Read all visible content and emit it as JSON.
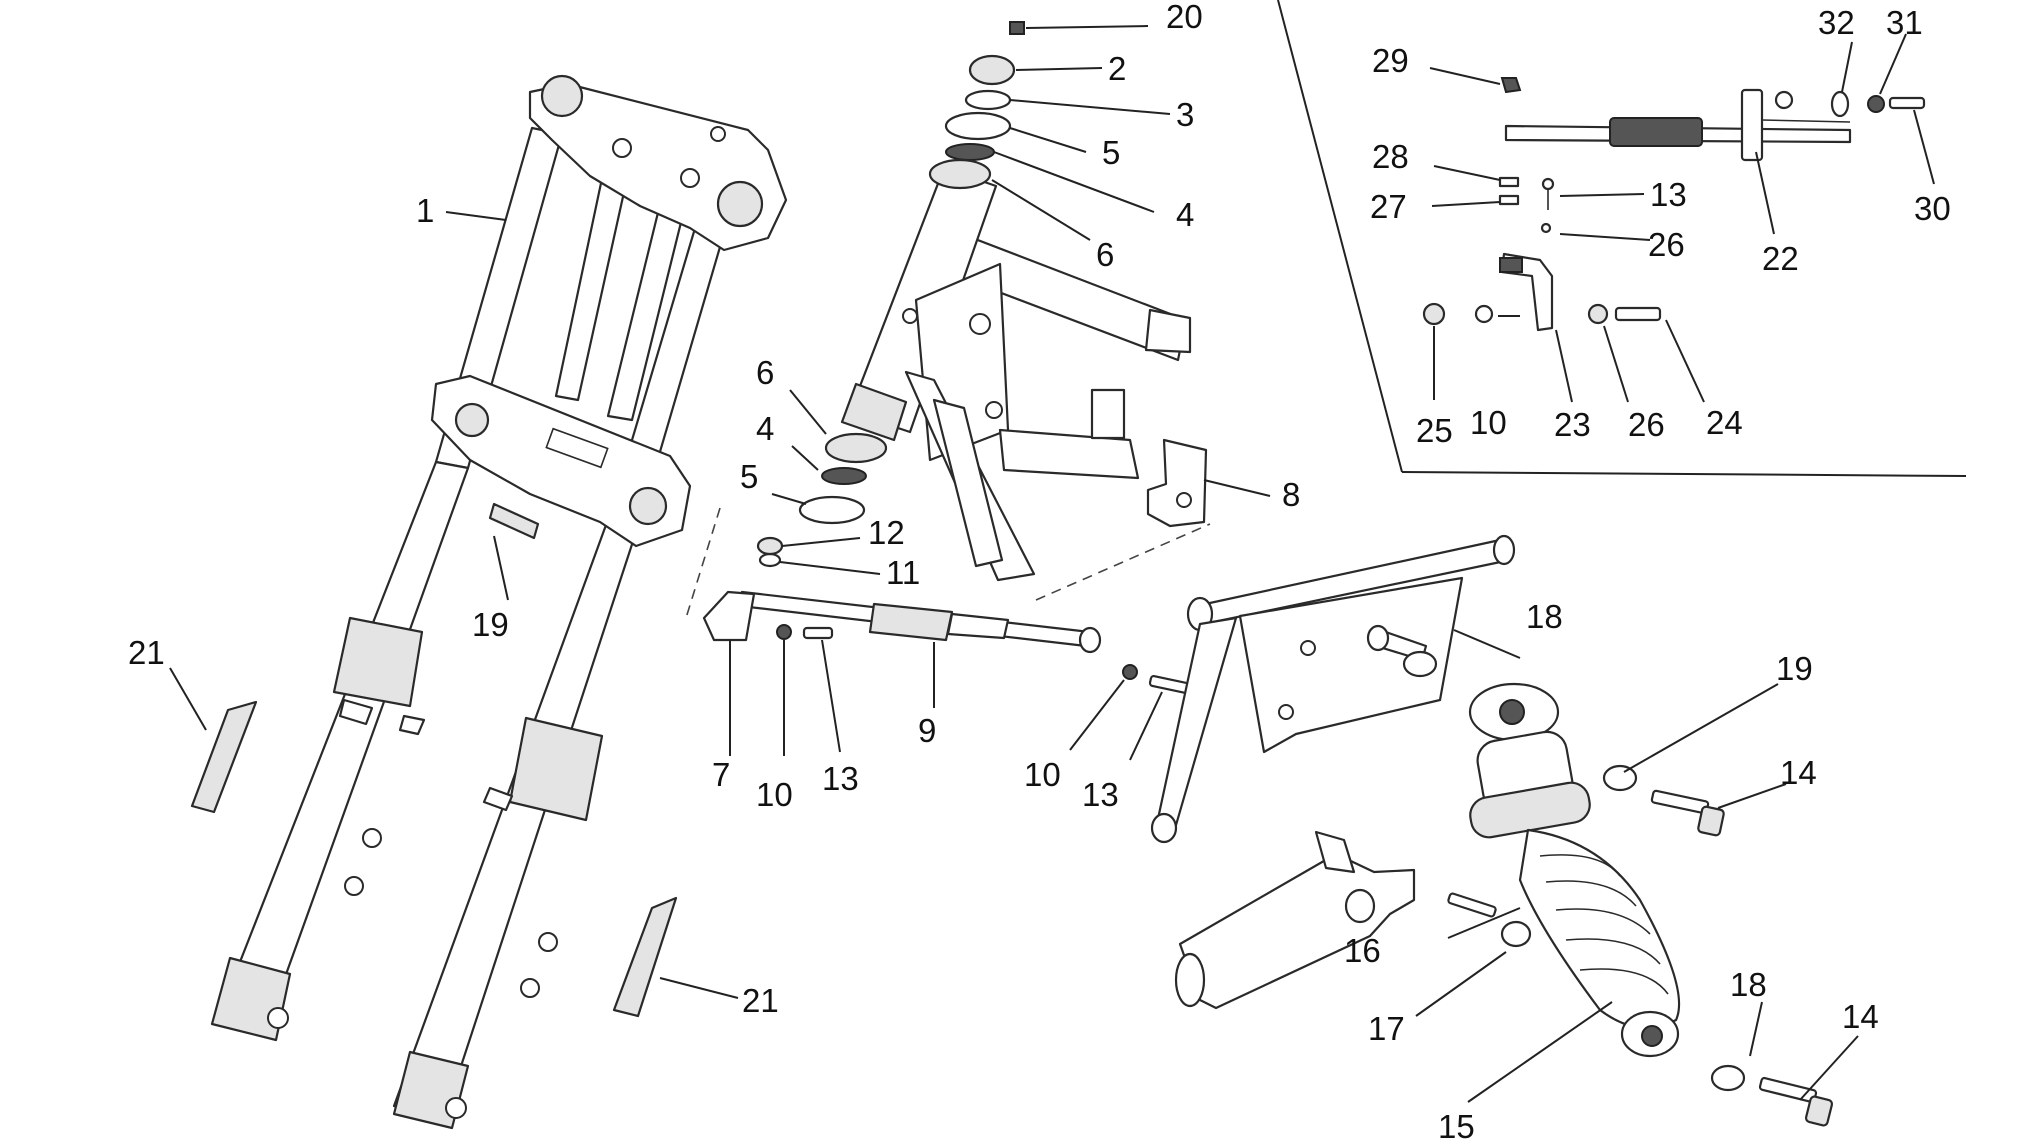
{
  "callouts": [
    {
      "id": "c1",
      "text": "1"
    },
    {
      "id": "c2",
      "text": "2"
    },
    {
      "id": "c3",
      "text": "3"
    },
    {
      "id": "c4a",
      "text": "4"
    },
    {
      "id": "c4b",
      "text": "4"
    },
    {
      "id": "c5a",
      "text": "5"
    },
    {
      "id": "c5b",
      "text": "5"
    },
    {
      "id": "c6a",
      "text": "6"
    },
    {
      "id": "c6b",
      "text": "6"
    },
    {
      "id": "c7",
      "text": "7"
    },
    {
      "id": "c8",
      "text": "8"
    },
    {
      "id": "c9",
      "text": "9"
    },
    {
      "id": "c10a",
      "text": "10"
    },
    {
      "id": "c10b",
      "text": "10"
    },
    {
      "id": "c10c",
      "text": "10"
    },
    {
      "id": "c11",
      "text": "11"
    },
    {
      "id": "c12",
      "text": "12"
    },
    {
      "id": "c13a",
      "text": "13"
    },
    {
      "id": "c13b",
      "text": "13"
    },
    {
      "id": "c13c",
      "text": "13"
    },
    {
      "id": "c14a",
      "text": "14"
    },
    {
      "id": "c14b",
      "text": "14"
    },
    {
      "id": "c15",
      "text": "15"
    },
    {
      "id": "c16",
      "text": "16"
    },
    {
      "id": "c17",
      "text": "17"
    },
    {
      "id": "c18a",
      "text": "18"
    },
    {
      "id": "c18b",
      "text": "18"
    },
    {
      "id": "c19a",
      "text": "19"
    },
    {
      "id": "c19b",
      "text": "19"
    },
    {
      "id": "c20",
      "text": "20"
    },
    {
      "id": "c21a",
      "text": "21"
    },
    {
      "id": "c21b",
      "text": "21"
    },
    {
      "id": "c22",
      "text": "22"
    },
    {
      "id": "c23",
      "text": "23"
    },
    {
      "id": "c24",
      "text": "24"
    },
    {
      "id": "c25",
      "text": "25"
    },
    {
      "id": "c26a",
      "text": "26"
    },
    {
      "id": "c26b",
      "text": "26"
    },
    {
      "id": "c27",
      "text": "27"
    },
    {
      "id": "c28",
      "text": "28"
    },
    {
      "id": "c29",
      "text": "29"
    },
    {
      "id": "c30",
      "text": "30"
    },
    {
      "id": "c31",
      "text": "31"
    },
    {
      "id": "c32",
      "text": "32"
    }
  ]
}
